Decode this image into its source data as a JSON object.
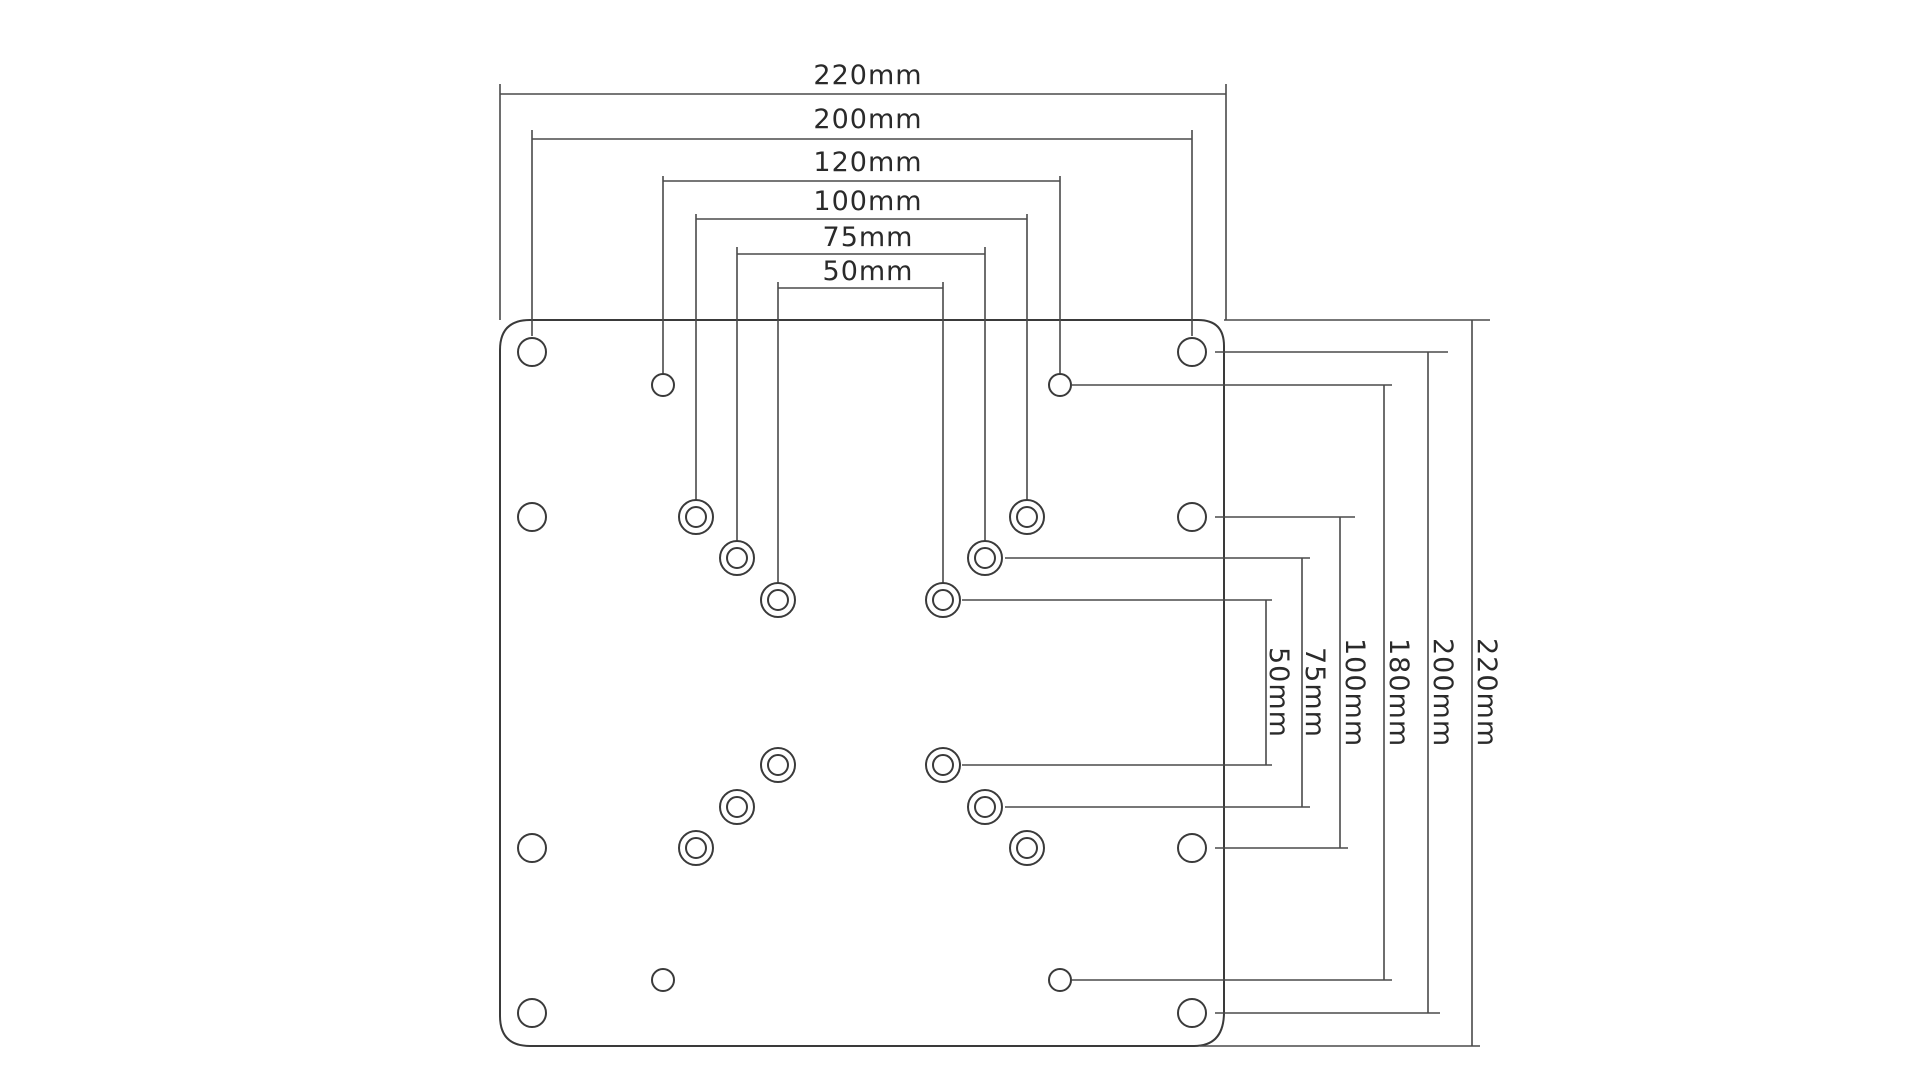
{
  "diagram": {
    "title": "",
    "horizontal_labels": {
      "h220": "220mm",
      "h200": "200mm",
      "h120": "120mm",
      "h100": "100mm",
      "h75": "75mm",
      "h50": "50mm"
    },
    "vertical_labels": {
      "v220": "220mm",
      "v200": "200mm",
      "v180": "180mm",
      "v100": "100mm",
      "v75": "75mm",
      "v50": "50mm"
    }
  }
}
